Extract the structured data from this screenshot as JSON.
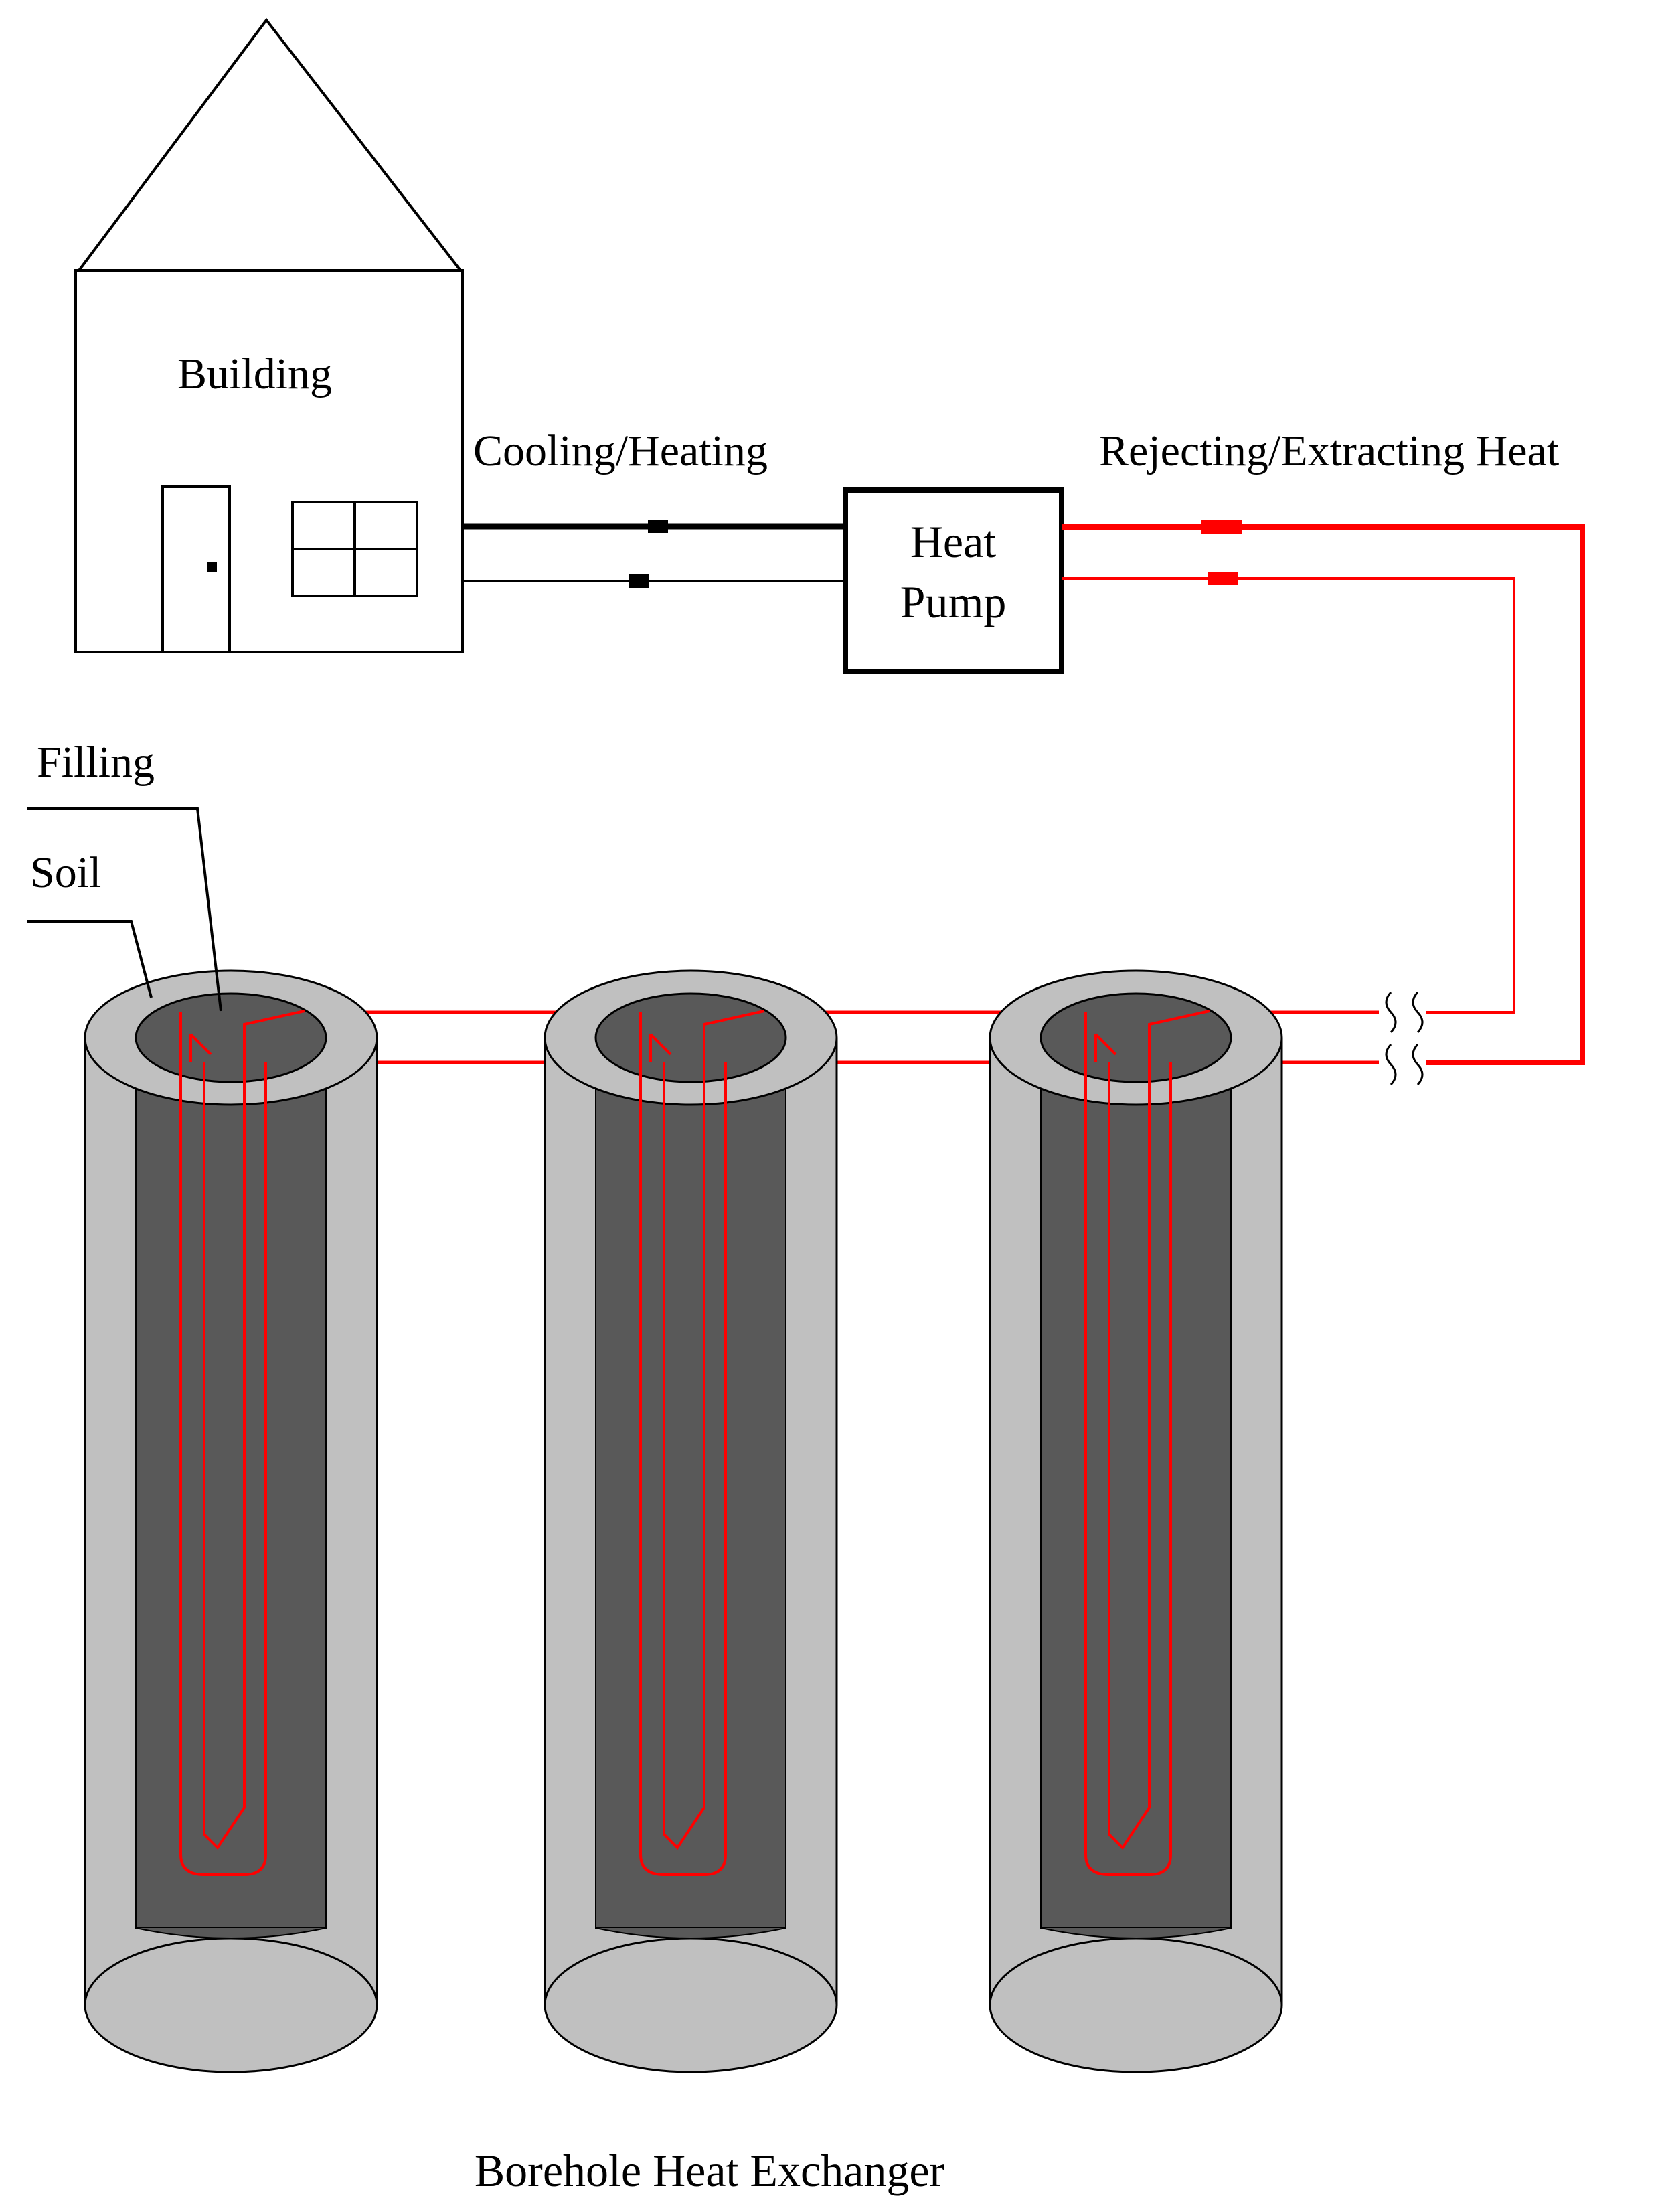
{
  "labels": {
    "building": "Building",
    "cooling_heating": "Cooling/Heating",
    "heat_pump_line1": "Heat",
    "heat_pump_line2": "Pump",
    "rejecting_extracting": "Rejecting/Extracting Heat",
    "filling": "Filling",
    "soil": "Soil",
    "borehole_caption": "Borehole Heat Exchanger"
  },
  "boreholes": [
    {
      "id": "borehole-1"
    },
    {
      "id": "borehole-2"
    },
    {
      "id": "borehole-3"
    }
  ],
  "colors": {
    "soil": "#c0c0c0",
    "filling": "#595959",
    "pipe": "#ff0000",
    "outline": "#000000",
    "background": "#ffffff"
  }
}
